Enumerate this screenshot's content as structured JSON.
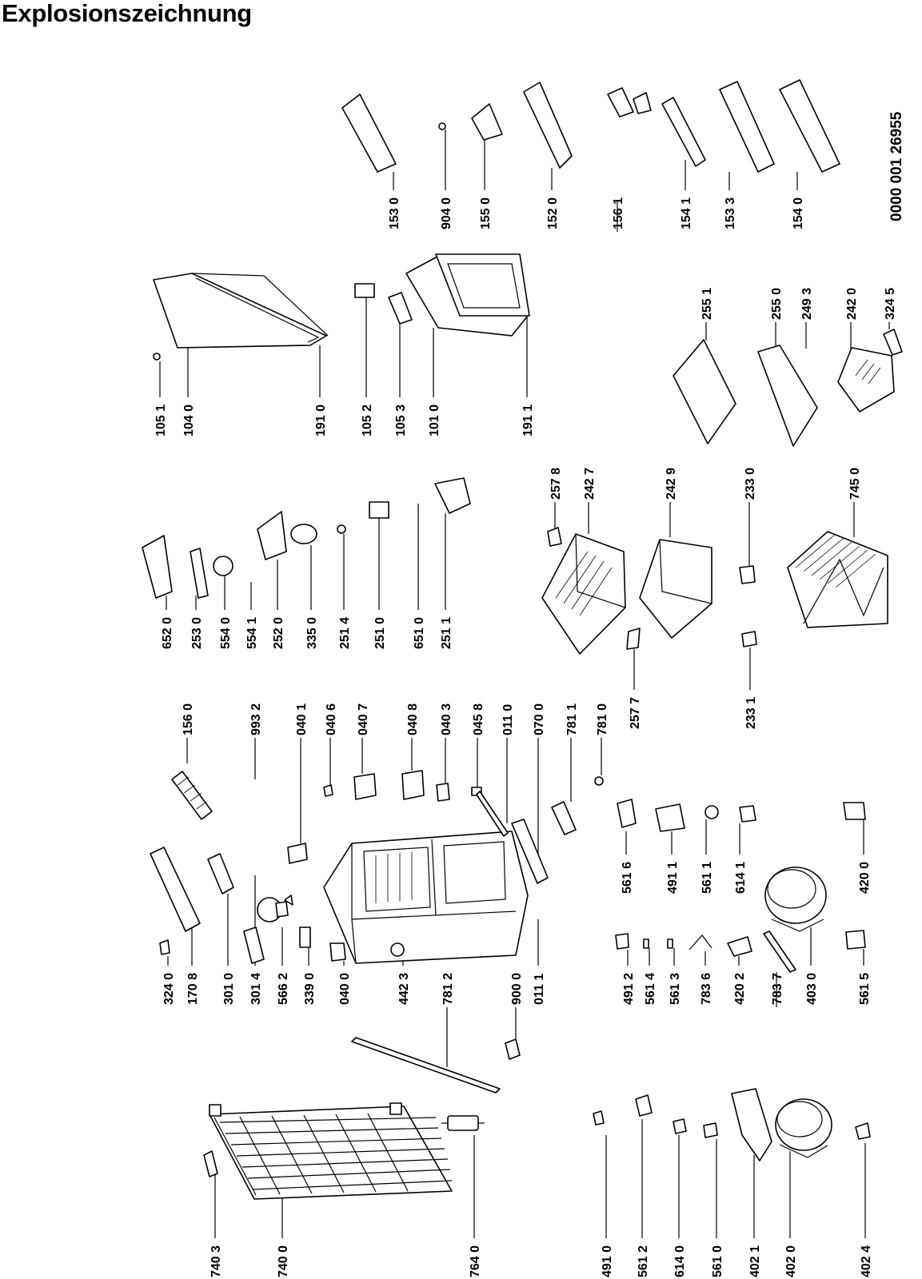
{
  "title": "Explosionszeichnung",
  "document_number": "0000 001 26955",
  "parts": [
    "740 3",
    "740 0",
    "764 0",
    "491 0",
    "561 2",
    "614 0",
    "561 0",
    "402 1",
    "402 0",
    "402 4",
    "324 0",
    "170 8",
    "301 0",
    "301 4",
    "566 2",
    "339 0",
    "040 0",
    "442 3",
    "781 2",
    "900 0",
    "011 1",
    "491 2",
    "561 4",
    "561 3",
    "783 6",
    "420 2",
    "783 7",
    "403 0",
    "561 5",
    "156 0",
    "993 2",
    "040 1",
    "040 6",
    "040 7",
    "040 8",
    "040 3",
    "045 8",
    "011 0",
    "070 0",
    "781 1",
    "781 0",
    "561 6",
    "491 1",
    "561 1",
    "614 1",
    "420 0",
    "652 0",
    "253 0",
    "554 0",
    "554 1",
    "252 0",
    "335 0",
    "251 4",
    "251 0",
    "651 0",
    "251 1",
    "257 8",
    "242 7",
    "242 9",
    "233 0",
    "745 0",
    "257 7",
    "233 1",
    "105 1",
    "104 0",
    "191 0",
    "105 2",
    "105 3",
    "101 0",
    "191 1",
    "255 1",
    "255 0",
    "249 3",
    "242 0",
    "324 5",
    "153 0",
    "904 0",
    "155 0",
    "152 0",
    "156 1",
    "154 1",
    "153 3",
    "154 0"
  ]
}
